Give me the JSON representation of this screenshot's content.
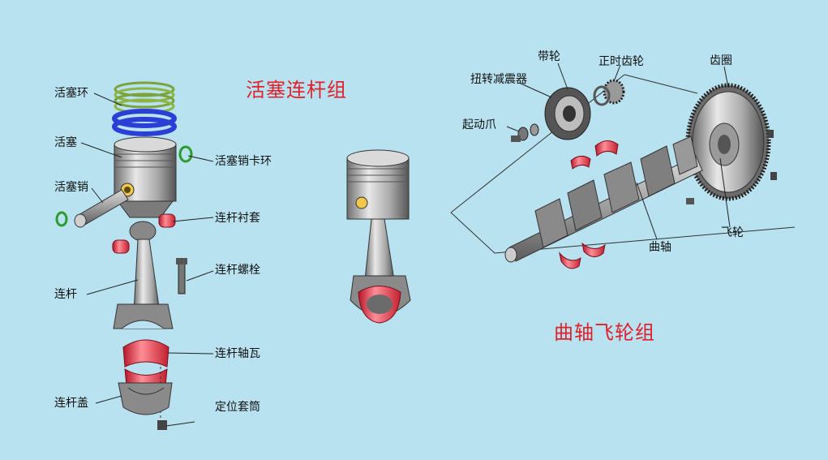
{
  "titles": {
    "piston_group": "活塞连杆组",
    "crank_group": "曲轴飞轮组"
  },
  "labels": {
    "piston_ring": "活塞环",
    "piston": "活塞",
    "piston_pin": "活塞销",
    "pin_circlip": "活塞销卡环",
    "rod_bushing": "连杆衬套",
    "rod_bolt": "连杆螺栓",
    "connecting_rod": "连杆",
    "rod_bearing": "连杆轴瓦",
    "rod_cap": "连杆盖",
    "locating_sleeve": "定位套筒",
    "pulley": "带轮",
    "timing_gear": "正时齿轮",
    "torsional_damper": "扭转减震器",
    "ring_gear": "齿圈",
    "starting_claw": "起动爪",
    "crankshaft": "曲轴",
    "flywheel": "飞轮"
  },
  "colors": {
    "background": "#b9e2f1",
    "title": "#e0202a",
    "bearing": "#e23a4a",
    "ring_blue": "#2a3fd6",
    "ring_green": "#2d9a2d"
  }
}
